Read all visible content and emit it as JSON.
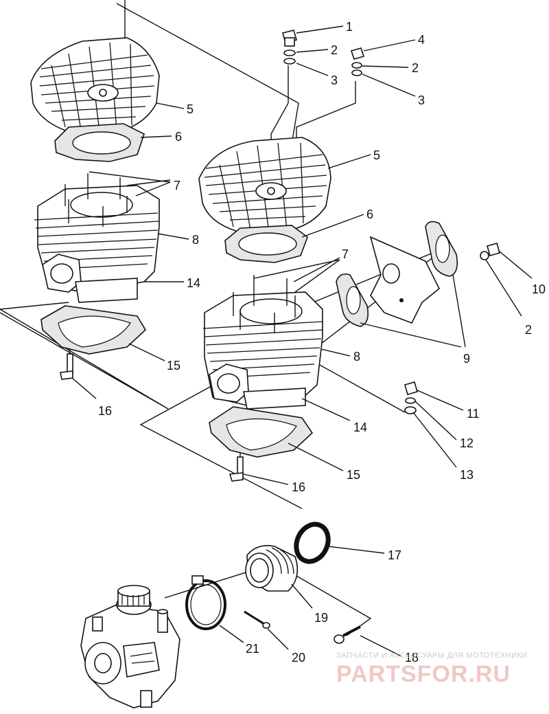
{
  "callouts": [
    {
      "id": "c1",
      "text": "1"
    },
    {
      "id": "c2a",
      "text": "2"
    },
    {
      "id": "c3a",
      "text": "3"
    },
    {
      "id": "c4",
      "text": "4"
    },
    {
      "id": "c2b",
      "text": "2"
    },
    {
      "id": "c3b",
      "text": "3"
    },
    {
      "id": "c5a",
      "text": "5"
    },
    {
      "id": "c6a",
      "text": "6"
    },
    {
      "id": "c5b",
      "text": "5"
    },
    {
      "id": "c7a",
      "text": "7"
    },
    {
      "id": "c6b",
      "text": "6"
    },
    {
      "id": "c8a",
      "text": "8"
    },
    {
      "id": "c7b",
      "text": "7"
    },
    {
      "id": "c14a",
      "text": "14"
    },
    {
      "id": "c10",
      "text": "10"
    },
    {
      "id": "c2c",
      "text": "2"
    },
    {
      "id": "c15a",
      "text": "15"
    },
    {
      "id": "c8b",
      "text": "8"
    },
    {
      "id": "c9",
      "text": "9"
    },
    {
      "id": "c16a",
      "text": "16"
    },
    {
      "id": "c11",
      "text": "11"
    },
    {
      "id": "c14b",
      "text": "14"
    },
    {
      "id": "c12",
      "text": "12"
    },
    {
      "id": "c13",
      "text": "13"
    },
    {
      "id": "c15b",
      "text": "15"
    },
    {
      "id": "c16b",
      "text": "16"
    },
    {
      "id": "c17",
      "text": "17"
    },
    {
      "id": "c19",
      "text": "19"
    },
    {
      "id": "c21",
      "text": "21"
    },
    {
      "id": "c20",
      "text": "20"
    },
    {
      "id": "c18",
      "text": "18"
    }
  ],
  "watermark": {
    "tagline": "ЗАПЧАСТИ И АКСЕССУАРЫ ДЛЯ МОТОТЕХНИКИ",
    "brand": "PARTSFOR.RU"
  }
}
